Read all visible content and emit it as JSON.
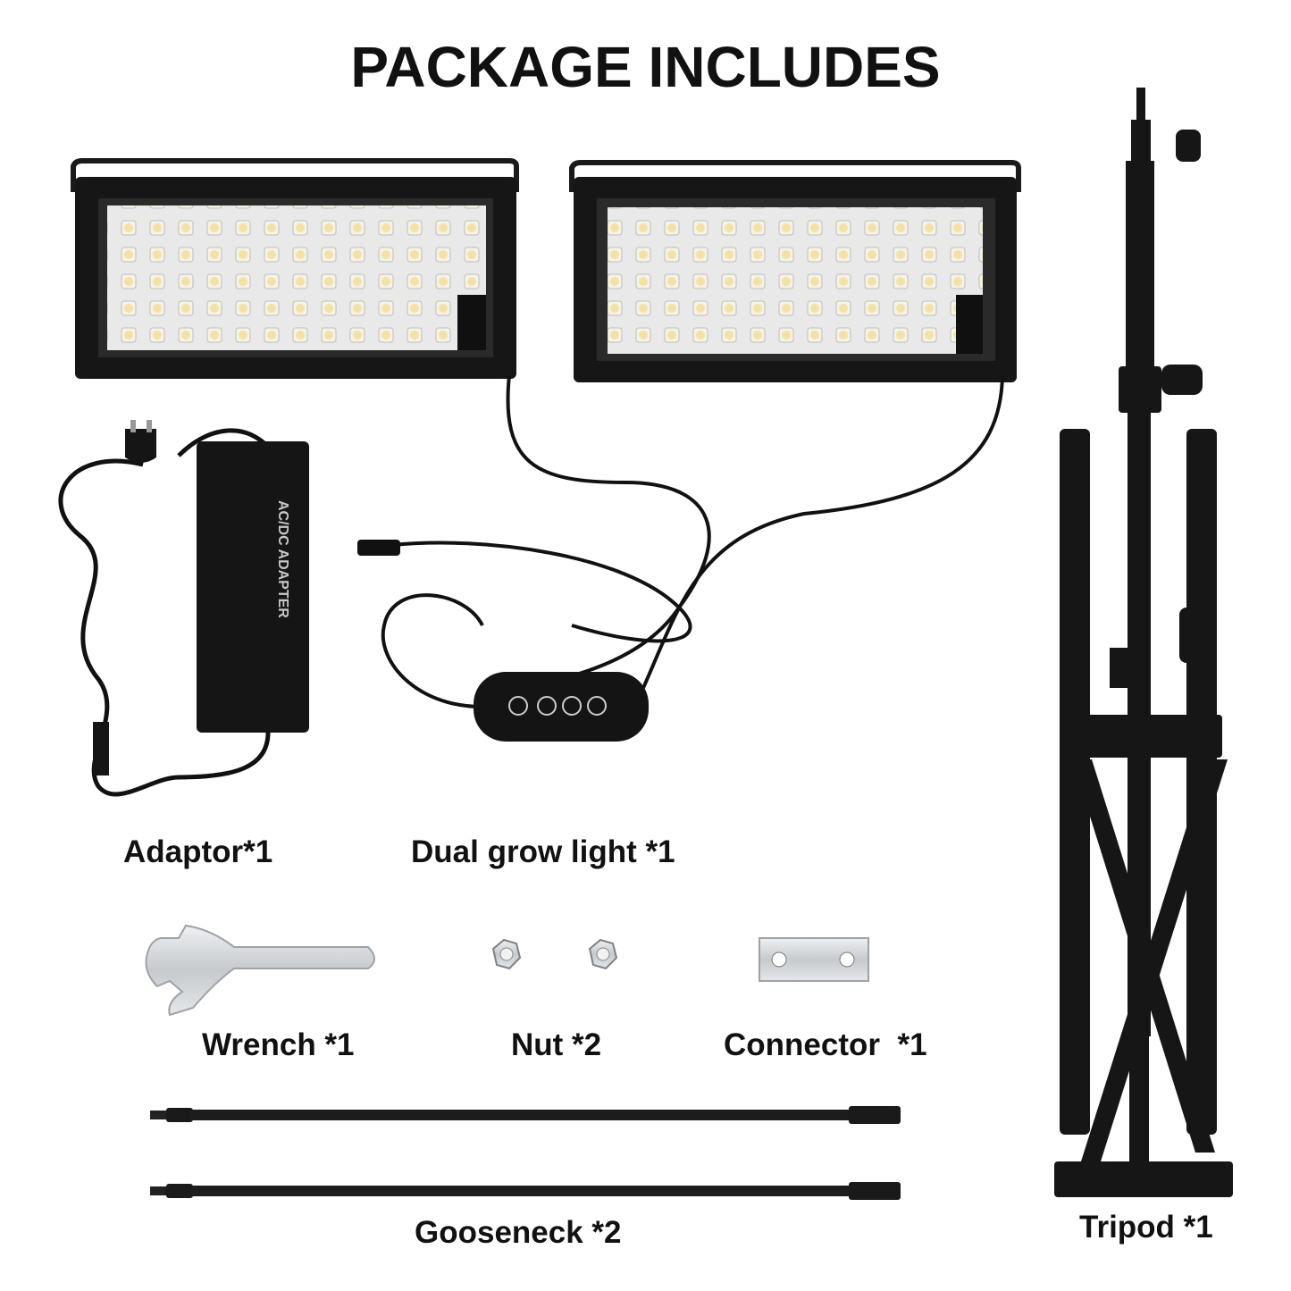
{
  "title": "PACKAGE INCLUDES",
  "items": [
    {
      "label": "Adaptor*1"
    },
    {
      "label": "Dual grow light *1"
    },
    {
      "label": "Wrench *1"
    },
    {
      "label": "Nut *2"
    },
    {
      "label": "Connector  *1"
    },
    {
      "label": "Gooseneck *2"
    },
    {
      "label": "Tripod *1"
    }
  ],
  "adapter_text": "AC/DC ADAPTER",
  "colors": {
    "background": "#ffffff",
    "text": "#111111",
    "device_black": "#141414",
    "metal": "#c9ccd0"
  }
}
